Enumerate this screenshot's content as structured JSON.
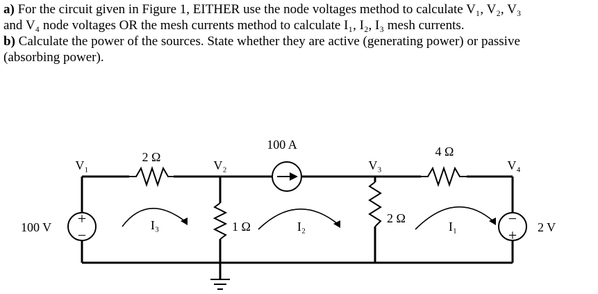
{
  "question": {
    "a_label": "a)",
    "a_line1": "For the circuit given in Figure 1, EITHER use the node voltages method to calculate V₁, V₂, V₃",
    "a_line2": "and V₄ node voltages OR the mesh currents method to calculate I₁, I₂, I₃ mesh currents.",
    "b_label": "b)",
    "b_line1": "Calculate the power of the sources. State whether they are active (generating power) or passive",
    "b_line2": "(absorbing power)."
  },
  "circuit": {
    "nodes": {
      "v1": "V₁",
      "v2": "V₂",
      "v3": "V₃",
      "v4": "V₄"
    },
    "resistors": {
      "r12": "2 Ω",
      "r2g": "1 Ω",
      "r3g": "2 Ω",
      "r34": "4 Ω"
    },
    "sources": {
      "vs_left": "100 V",
      "is_top": "100 A",
      "vs_right": "2 V"
    },
    "meshes": {
      "i3": "I₃",
      "i2": "I₂",
      "i1": "I₁"
    },
    "plus_sign": "+",
    "minus_sign": "−"
  }
}
